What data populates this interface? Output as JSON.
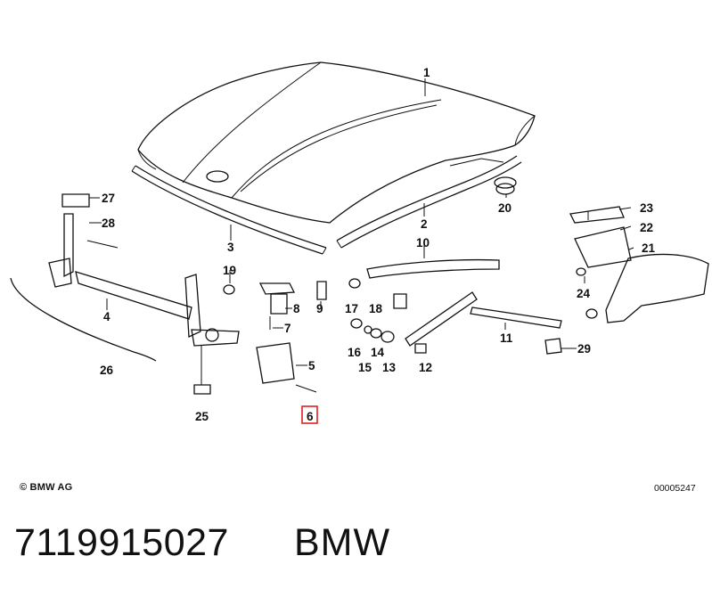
{
  "diagram": {
    "parts": [
      {
        "id": "1",
        "label": "1"
      },
      {
        "id": "2",
        "label": "2"
      },
      {
        "id": "3",
        "label": "3"
      },
      {
        "id": "4",
        "label": "4"
      },
      {
        "id": "5",
        "label": "5"
      },
      {
        "id": "6",
        "label": "6",
        "highlighted": true
      },
      {
        "id": "7",
        "label": "7"
      },
      {
        "id": "8",
        "label": "8"
      },
      {
        "id": "9",
        "label": "9"
      },
      {
        "id": "10",
        "label": "10"
      },
      {
        "id": "11",
        "label": "11"
      },
      {
        "id": "12",
        "label": "12"
      },
      {
        "id": "13",
        "label": "13"
      },
      {
        "id": "14",
        "label": "14"
      },
      {
        "id": "15",
        "label": "15"
      },
      {
        "id": "16",
        "label": "16"
      },
      {
        "id": "17",
        "label": "17"
      },
      {
        "id": "18",
        "label": "18"
      },
      {
        "id": "19",
        "label": "19"
      },
      {
        "id": "20",
        "label": "20"
      },
      {
        "id": "21",
        "label": "21"
      },
      {
        "id": "22",
        "label": "22"
      },
      {
        "id": "23",
        "label": "23"
      },
      {
        "id": "24",
        "label": "24"
      },
      {
        "id": "25",
        "label": "25"
      },
      {
        "id": "26",
        "label": "26"
      },
      {
        "id": "27",
        "label": "27"
      },
      {
        "id": "28",
        "label": "28"
      },
      {
        "id": "29",
        "label": "29"
      }
    ],
    "highlight_color": "#e02020"
  },
  "footer": {
    "copyright": "© BMW AG",
    "diagram_id": "00005247",
    "part_number": "7119915027",
    "brand": "BMW"
  }
}
